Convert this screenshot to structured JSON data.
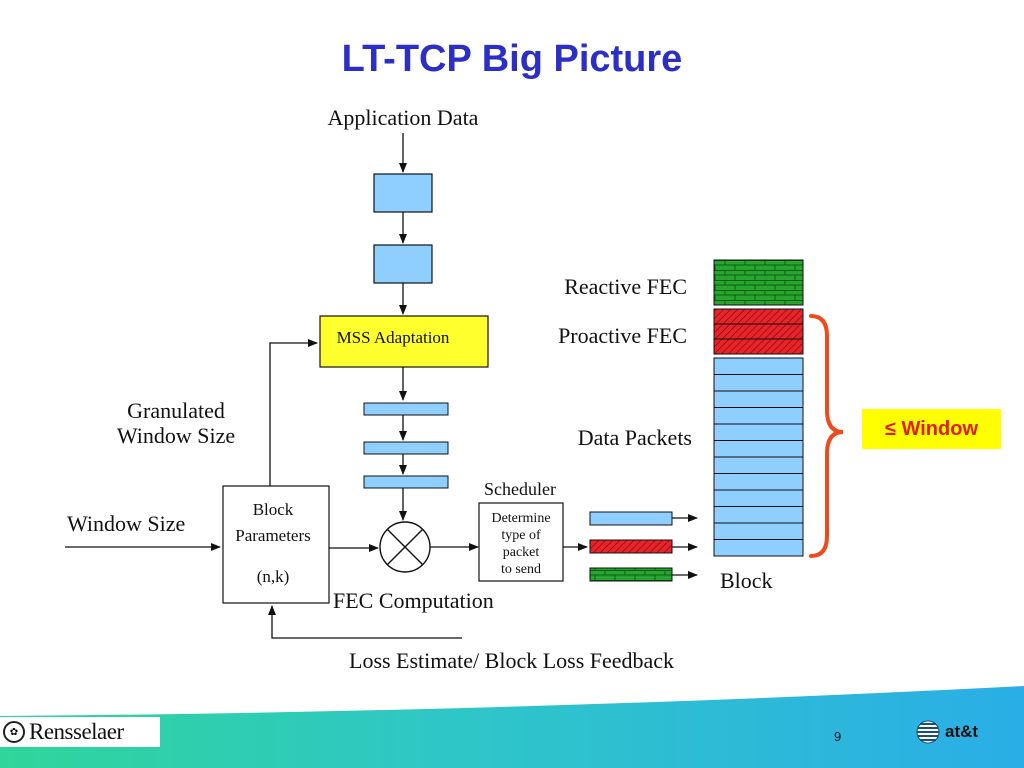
{
  "slide": {
    "title": "LT-TCP Big Picture",
    "page_number": "9"
  },
  "diagram": {
    "application_data_label": "Application Data",
    "mss_adaptation_label": "MSS Adaptation",
    "granulated_window_label_line1": "Granulated",
    "granulated_window_label_line2": "Window Size",
    "window_size_label": "Window Size",
    "block_params_line1": "Block",
    "block_params_line2": "Parameters",
    "block_params_line3": "(n,k)",
    "fec_computation_label": "FEC Computation",
    "scheduler_label": "Scheduler",
    "scheduler_box_line1": "Determine",
    "scheduler_box_line2": "type of",
    "scheduler_box_line3": "packet",
    "scheduler_box_line4": "to send",
    "loss_feedback_label": "Loss Estimate/ Block Loss Feedback",
    "reactive_fec_label": "Reactive FEC",
    "proactive_fec_label": "Proactive FEC",
    "data_packets_label": "Data Packets",
    "block_label": "Block",
    "window_badge": "≤ Window"
  },
  "footer": {
    "left_logo_text": "Rensselaer",
    "right_logo_text": "at&t"
  },
  "colors": {
    "title": "#2b2fc8",
    "data_packet": "#8ecfff",
    "proactive_fec": "#e8232a",
    "reactive_fec": "#27a52e",
    "mss_box": "#ffff2e",
    "brace": "#f04a1a",
    "badge_bg": "#ffff00",
    "badge_text": "#e41b0e"
  }
}
